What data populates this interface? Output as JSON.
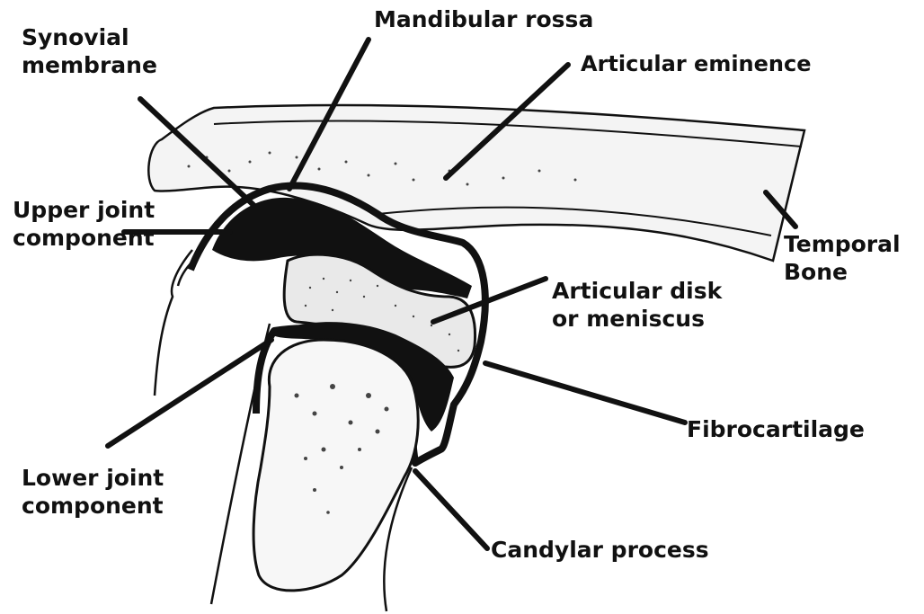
{
  "colors": {
    "ink": "#111111",
    "bone_fill": "#f4f4f4",
    "disk_fill": "#e9e9e9",
    "background": "#ffffff"
  },
  "labels": {
    "synovial_membrane": [
      "Synovial",
      "membrane"
    ],
    "mandibular_fossa": "Mandibular rossa",
    "articular_eminence": "Articular eminence",
    "upper_joint_component": [
      "Upper joint",
      "component"
    ],
    "temporal_bone": [
      "Temporal",
      "Bone"
    ],
    "articular_disk": [
      "Articular disk",
      "or meniscus"
    ],
    "fibrocartilage": "Fibrocartilage",
    "lower_joint_component": [
      "Lower joint",
      "component"
    ],
    "condylar_process": "Candylar process"
  }
}
